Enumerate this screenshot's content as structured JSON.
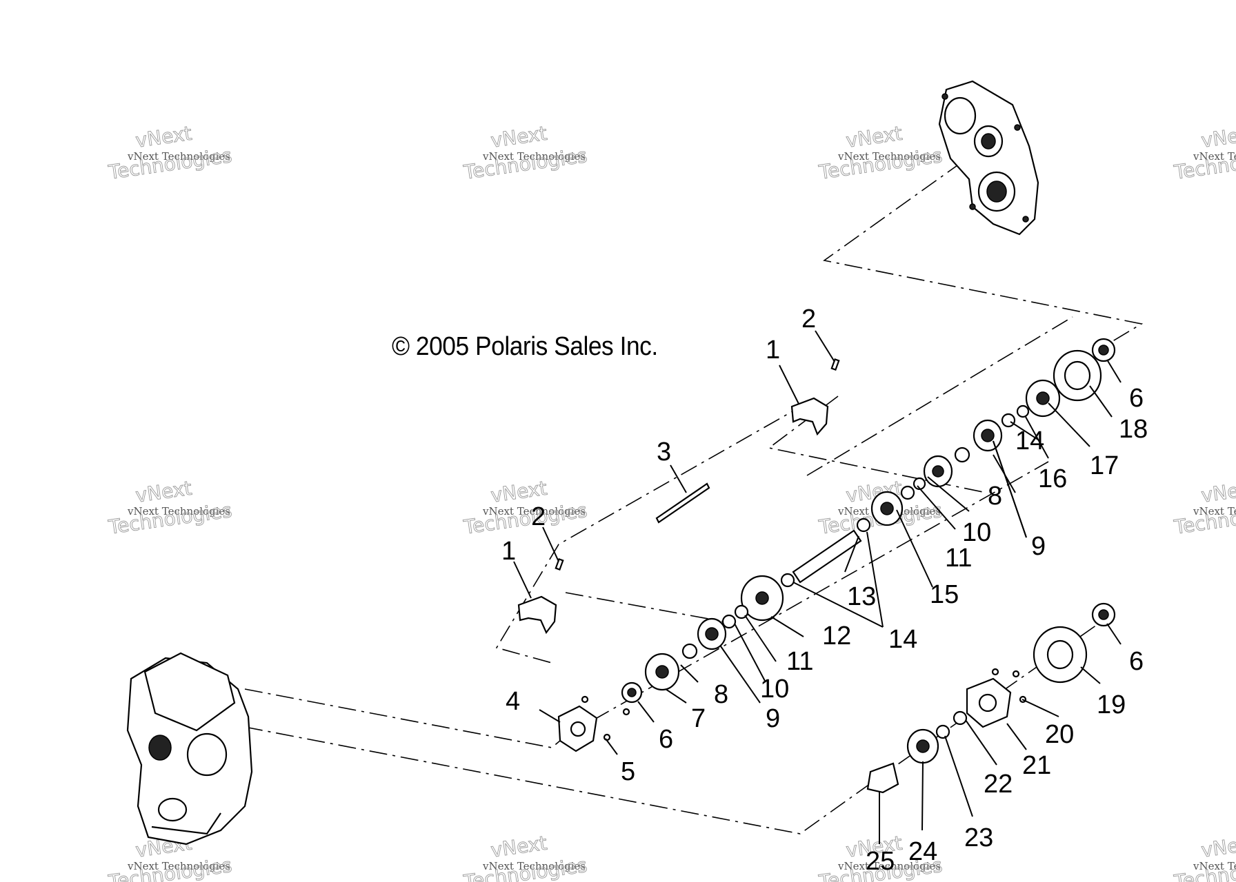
{
  "copyright": "© 2005 Polaris Sales Inc.",
  "watermark": {
    "line1": "vNext Technologies",
    "line2": "Technologies",
    "small": "vNext"
  },
  "callouts": [
    {
      "id": "c1a",
      "label": "1"
    },
    {
      "id": "c1b",
      "label": "1"
    },
    {
      "id": "c2a",
      "label": "2"
    },
    {
      "id": "c2b",
      "label": "2"
    },
    {
      "id": "c3",
      "label": "3"
    },
    {
      "id": "c4",
      "label": "4"
    },
    {
      "id": "c5",
      "label": "5"
    },
    {
      "id": "c6a",
      "label": "6"
    },
    {
      "id": "c6b",
      "label": "6"
    },
    {
      "id": "c6c",
      "label": "6"
    },
    {
      "id": "c7",
      "label": "7"
    },
    {
      "id": "c8a",
      "label": "8"
    },
    {
      "id": "c8b",
      "label": "8"
    },
    {
      "id": "c9a",
      "label": "9"
    },
    {
      "id": "c9b",
      "label": "9"
    },
    {
      "id": "c10a",
      "label": "10"
    },
    {
      "id": "c10b",
      "label": "10"
    },
    {
      "id": "c11a",
      "label": "11"
    },
    {
      "id": "c11b",
      "label": "11"
    },
    {
      "id": "c12",
      "label": "12"
    },
    {
      "id": "c13",
      "label": "13"
    },
    {
      "id": "c14a",
      "label": "14"
    },
    {
      "id": "c14b",
      "label": "14"
    },
    {
      "id": "c15",
      "label": "15"
    },
    {
      "id": "c16",
      "label": "16"
    },
    {
      "id": "c17",
      "label": "17"
    },
    {
      "id": "c18",
      "label": "18"
    },
    {
      "id": "c19",
      "label": "19"
    },
    {
      "id": "c20",
      "label": "20"
    },
    {
      "id": "c21",
      "label": "21"
    },
    {
      "id": "c22",
      "label": "22"
    },
    {
      "id": "c23",
      "label": "23"
    },
    {
      "id": "c24",
      "label": "24"
    },
    {
      "id": "c25",
      "label": "25"
    }
  ]
}
